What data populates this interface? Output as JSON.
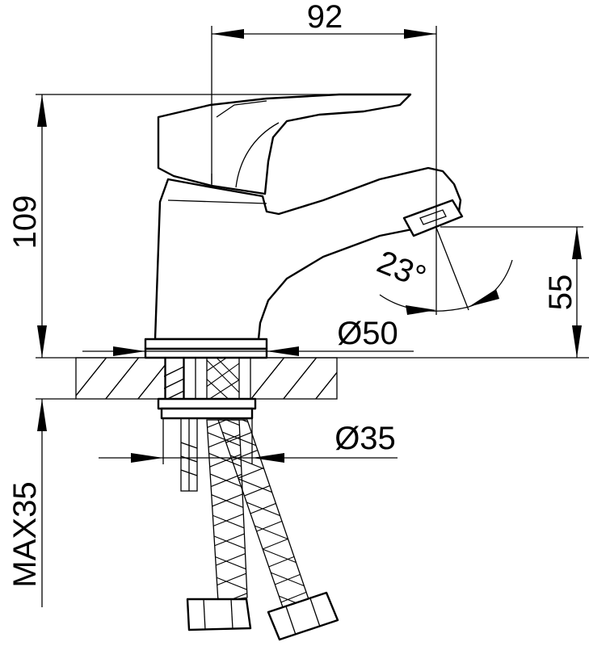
{
  "drawing": {
    "colors": {
      "line": "#000000",
      "background": "#ffffff"
    },
    "dimensions": {
      "spout_reach": "92",
      "total_height": "109",
      "spout_height": "55",
      "spout_angle": "23°",
      "base_diameter": "Ø50",
      "thread_diameter": "Ø35",
      "max_counter_thickness": "MAX35"
    }
  }
}
